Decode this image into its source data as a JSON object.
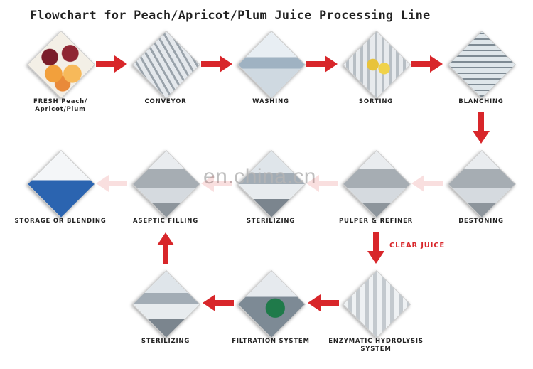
{
  "title": "Flowchart for Peach/Apricot/Plum Juice Processing Line",
  "watermark": "en.china.cn",
  "steps": {
    "fresh": {
      "line1": "FRESH Peach/",
      "line2": "Apricot/Plum"
    },
    "conveyor": "CONVEYOR",
    "washing": "WASHING",
    "sorting": "SORTING",
    "blanching": "BLANCHING",
    "destoning": "DESTONING",
    "pulper": "PULPER & REFINER",
    "sterilizing_mid": "STERILIZING",
    "aseptic": "ASEPTIC FILLING",
    "storage": "STORAGE OR BLENDING",
    "enzymatic": {
      "line1": "ENZYMATIC HYDROLYSIS",
      "line2": "SYSTEM"
    },
    "filtration": "FILTRATION SYSTEM",
    "sterilizing_bottom": "STERILIZING"
  },
  "branch_label": "CLEAR JUICE",
  "colors": {
    "arrow": "#d8262a",
    "label_accent": "#d8262a",
    "text": "#222222"
  },
  "icons": {
    "arrow": "red-arrow-icon"
  }
}
